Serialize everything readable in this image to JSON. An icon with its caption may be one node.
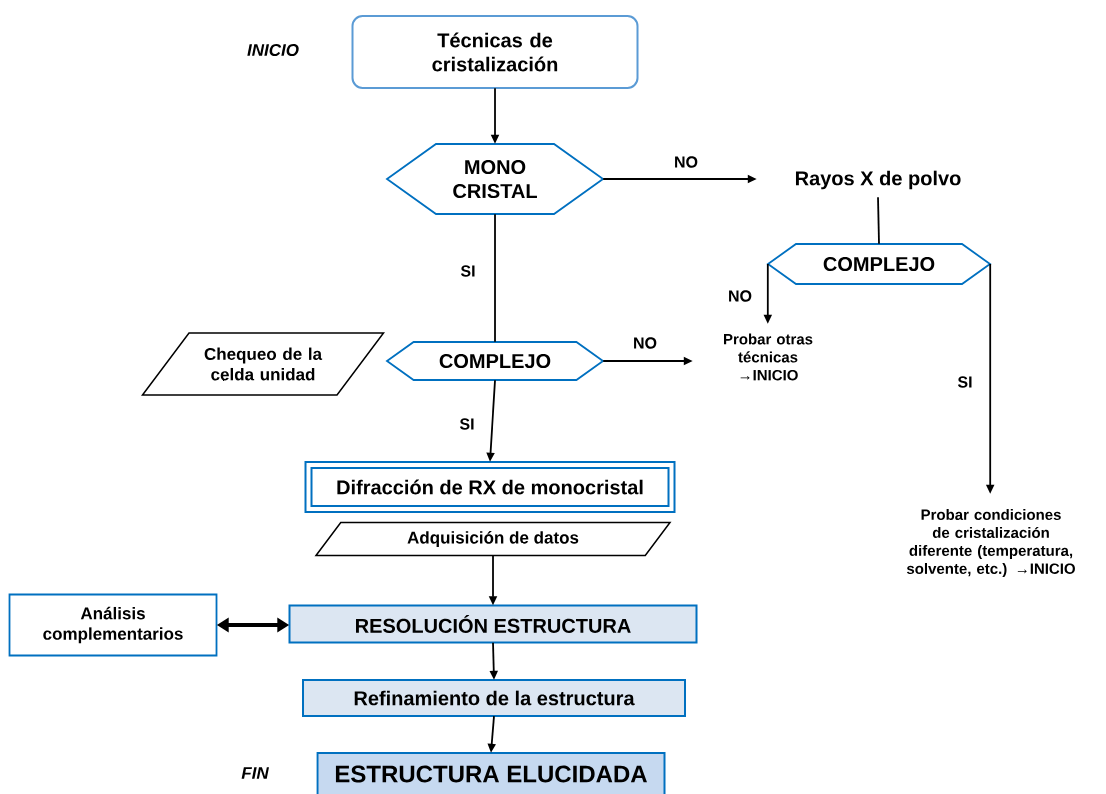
{
  "diagram": {
    "nodes": [
      {
        "text": [
          "Técnicas de cristalización"
        ]
      },
      {
        "text": [
          "MONO CRISTAL"
        ]
      },
      {
        "text": [
          "Rayos X de polvo"
        ]
      },
      {
        "text": [
          "COMPLEJO"
        ]
      },
      {
        "text": [
          "Probar otras técnicas →INICIO"
        ]
      },
      {
        "text": [
          "Probar condiciones de cristalización diferente (temperatura, solvente, etc.) →INICIO"
        ]
      },
      {
        "text": [
          "Chequeo de la celda unidad"
        ]
      },
      {
        "text": [
          "COMPLEJO"
        ]
      },
      {
        "text": [
          "Difracción de RX de monocristal"
        ]
      },
      {
        "text": [
          "Adquisición de datos"
        ]
      },
      {
        "text": [
          "Análisis complementarios"
        ]
      },
      {
        "text": [
          "RESOLUCIÓN ESTRUCTURA"
        ]
      },
      {
        "text": [
          "Refinamiento de la estructura"
        ]
      },
      {
        "text": [
          "ESTRUCTURA ELUCIDADA"
        ]
      }
    ],
    "edges": [
      {
        "from": 0,
        "to": 1,
        "arrow": "to"
      },
      {
        "from": 1,
        "to": 2,
        "arrow": "to",
        "label": "NO"
      },
      {
        "from": 1,
        "to": 7,
        "arrow": "none",
        "label": "SI"
      },
      {
        "from": 2,
        "to": 3,
        "arrow": "none"
      },
      {
        "from": 3,
        "to": 4,
        "arrow": "to",
        "label": "NO"
      },
      {
        "from": 3,
        "to": 5,
        "arrow": "to",
        "label": "SI"
      },
      {
        "from": 7,
        "to": 4,
        "arrow": "to",
        "label": "NO"
      },
      {
        "from": 7,
        "to": 8,
        "arrow": "to",
        "label": "SI"
      },
      {
        "from": 9,
        "to": 11,
        "arrow": "to"
      },
      {
        "from": 10,
        "to": 11,
        "arrow": "both",
        "style": "thick"
      },
      {
        "from": 11,
        "to": 12,
        "arrow": "to"
      },
      {
        "from": 12,
        "to": 13,
        "arrow": "to"
      }
    ],
    "labels": [
      "INICIO",
      "FIN"
    ]
  }
}
